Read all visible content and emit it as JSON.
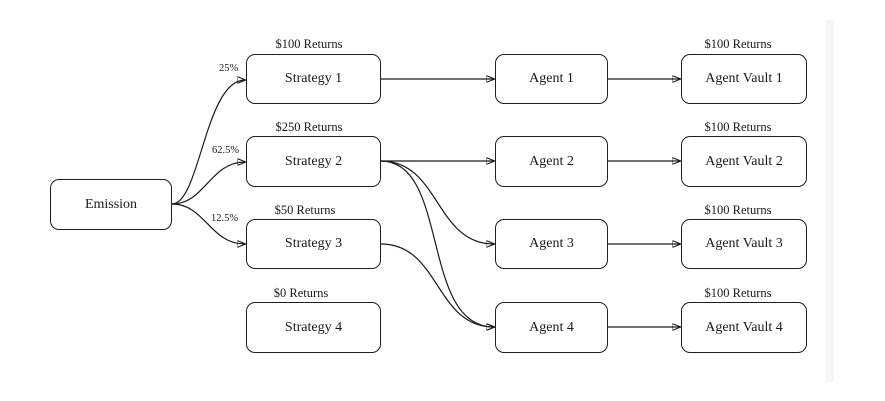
{
  "nodes": {
    "emission": {
      "label": "Emission"
    },
    "strategies": [
      {
        "label": "Strategy 1",
        "returns": "$100 Returns"
      },
      {
        "label": "Strategy 2",
        "returns": "$250 Returns"
      },
      {
        "label": "Strategy 3",
        "returns": "$50 Returns"
      },
      {
        "label": "Strategy 4",
        "returns": "$0 Returns"
      }
    ],
    "agents": [
      {
        "label": "Agent 1"
      },
      {
        "label": "Agent 2"
      },
      {
        "label": "Agent 3"
      },
      {
        "label": "Agent 4"
      }
    ],
    "vaults": [
      {
        "label": "Agent Vault 1",
        "returns": "$100 Returns"
      },
      {
        "label": "Agent Vault 2",
        "returns": "$100 Returns"
      },
      {
        "label": "Agent Vault 3",
        "returns": "$100 Returns"
      },
      {
        "label": "Agent Vault 4",
        "returns": "$100 Returns"
      }
    ]
  },
  "edges": [
    {
      "from": "emission",
      "to": "strategy-1",
      "label": "25%"
    },
    {
      "from": "emission",
      "to": "strategy-2",
      "label": "62.5%"
    },
    {
      "from": "emission",
      "to": "strategy-3",
      "label": "12.5%"
    },
    {
      "from": "strategy-1",
      "to": "agent-1"
    },
    {
      "from": "strategy-2",
      "to": "agent-2"
    },
    {
      "from": "strategy-2",
      "to": "agent-3"
    },
    {
      "from": "strategy-2",
      "to": "agent-4"
    },
    {
      "from": "strategy-3",
      "to": "agent-4"
    },
    {
      "from": "agent-1",
      "to": "agent-vault-1"
    },
    {
      "from": "agent-2",
      "to": "agent-vault-2"
    },
    {
      "from": "agent-3",
      "to": "agent-vault-3"
    },
    {
      "from": "agent-4",
      "to": "agent-vault-4"
    }
  ]
}
